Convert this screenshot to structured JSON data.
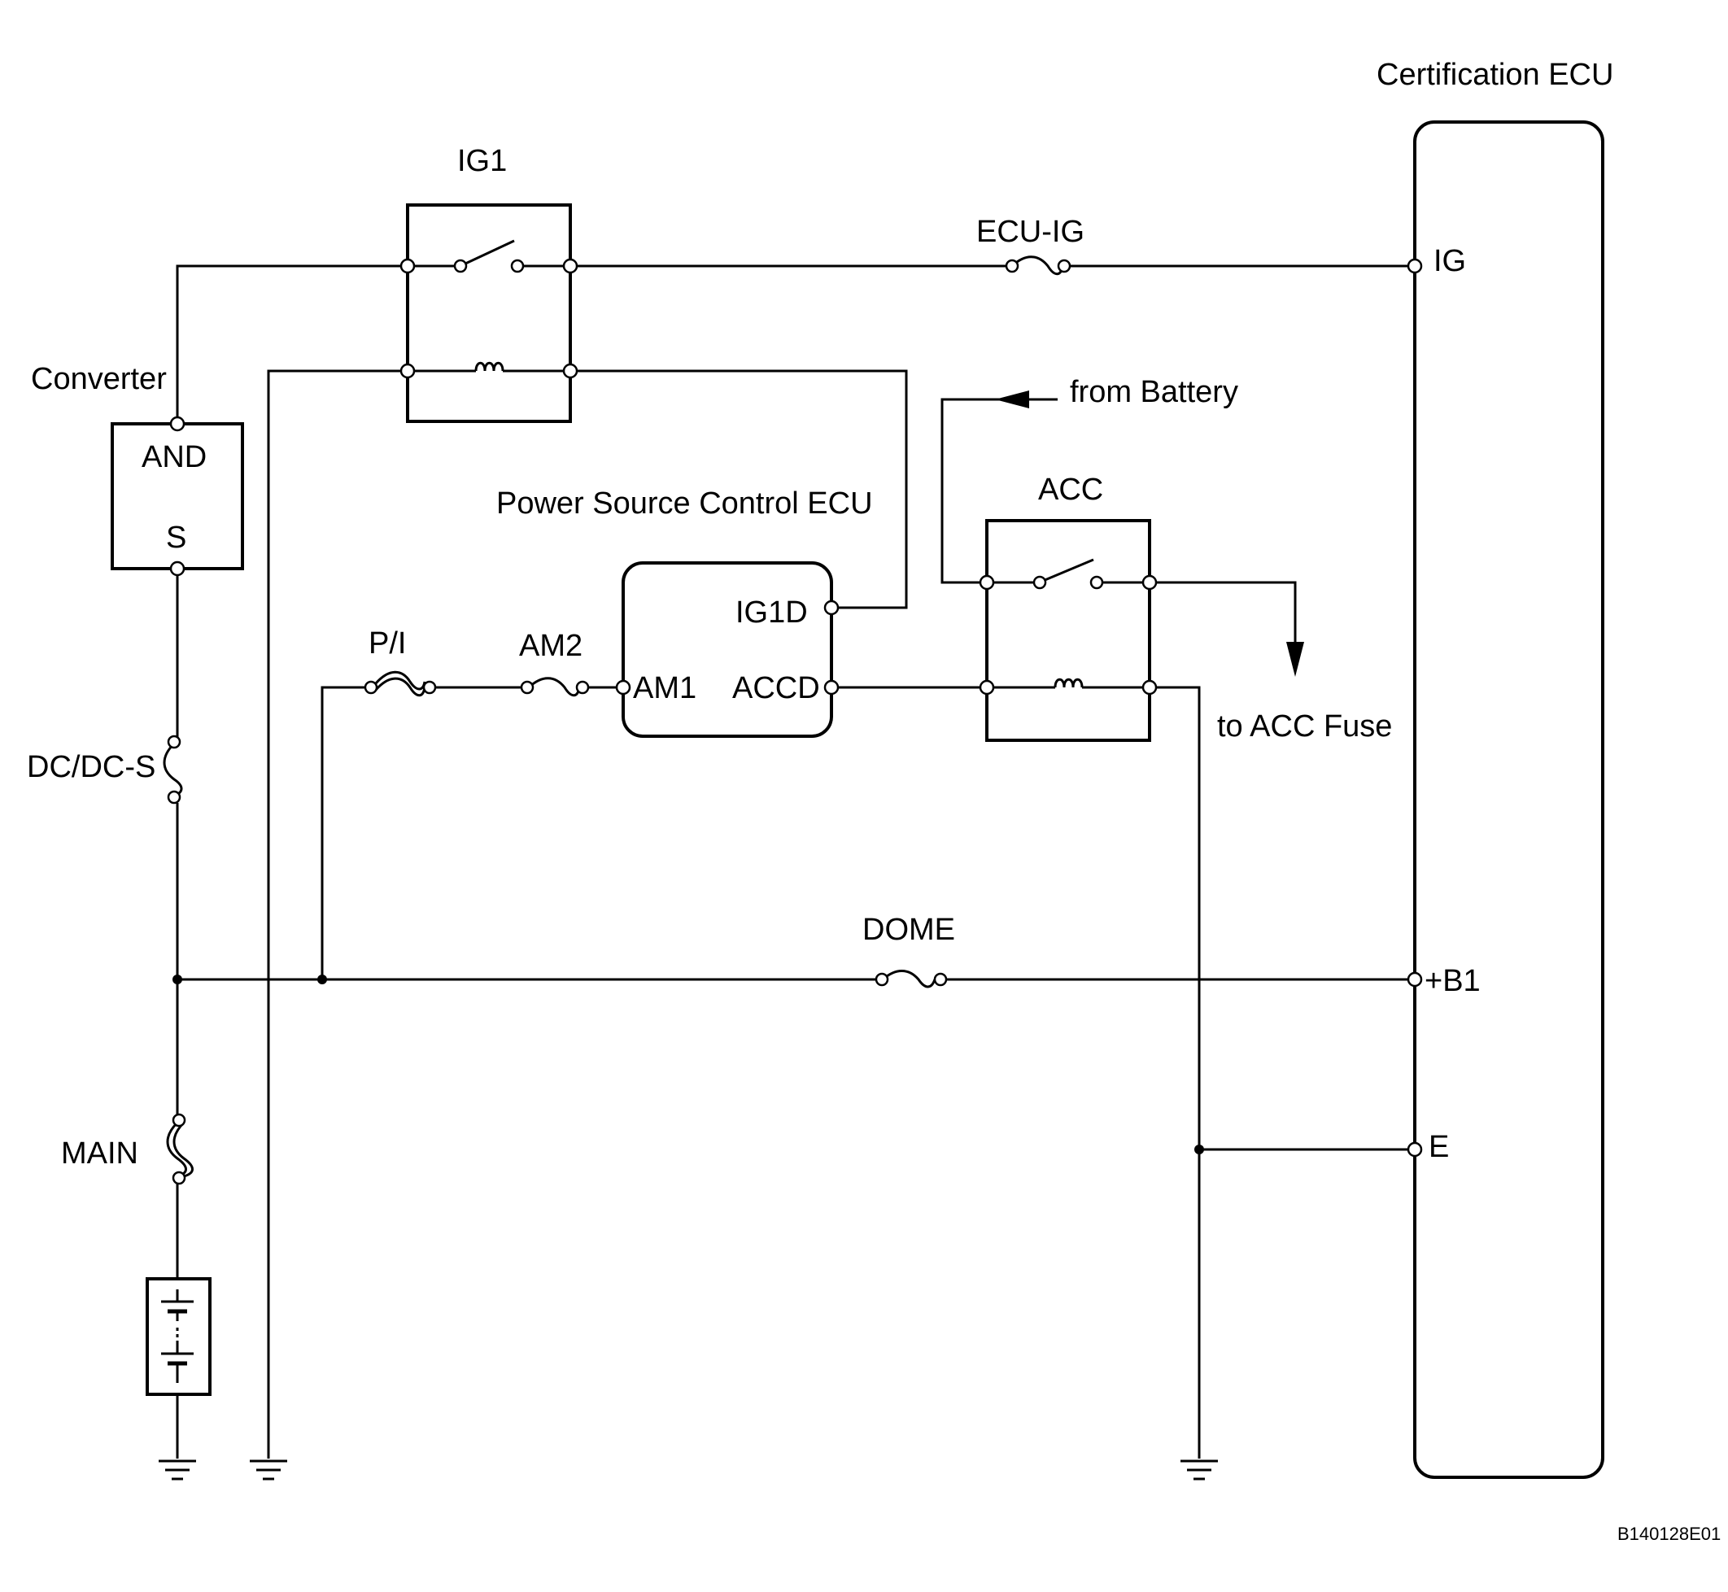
{
  "labels": {
    "certification_ecu": "Certification ECU",
    "ig1_relay": "IG1",
    "ecu_ig_fuse": "ECU-IG",
    "ig_terminal": "IG",
    "converter": "Converter",
    "and_terminal": "AND",
    "s_terminal": "S",
    "from_battery": "from Battery",
    "power_source_ecu": "Power Source Control ECU",
    "acc_relay": "ACC",
    "ig1d_terminal": "IG1D",
    "pi_fuse": "P/I",
    "am2_fuse": "AM2",
    "am1_terminal": "AM1",
    "accd_terminal": "ACCD",
    "to_acc_fuse": "to ACC Fuse",
    "dcdc_fuse": "DC/DC-S",
    "dome_fuse": "DOME",
    "b1_terminal": "+B1",
    "main_fuse": "MAIN",
    "e_terminal": "E",
    "figure_code": "B140128E01"
  }
}
